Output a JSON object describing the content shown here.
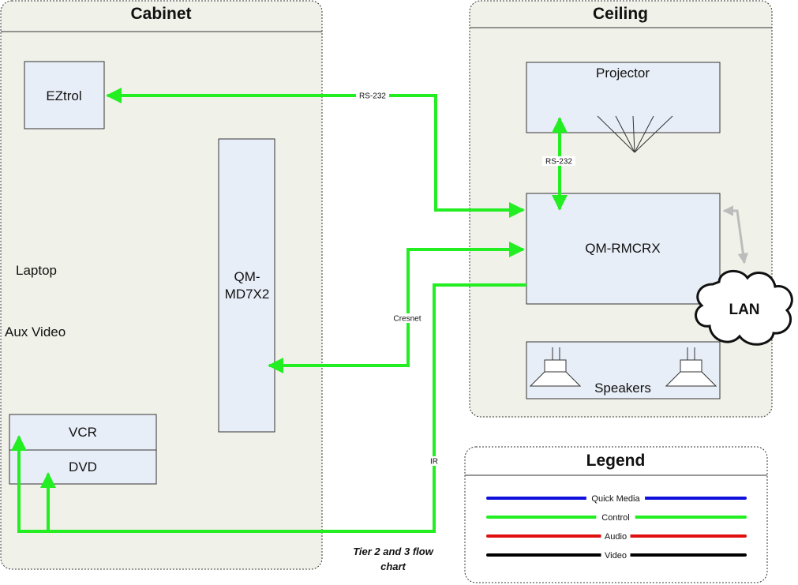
{
  "panels": {
    "cabinet": "Cabinet",
    "ceiling": "Ceiling",
    "legend": "Legend"
  },
  "devices": {
    "eztrol": "EZtrol",
    "qm_md7x2_line1": "QM-",
    "qm_md7x2_line2": "MD7X2",
    "laptop": "Laptop",
    "aux_video": "Aux Video",
    "vcr": "VCR",
    "dvd": "DVD",
    "projector": "Projector",
    "qm_rmcrx": "QM-RMCRX",
    "speakers": "Speakers",
    "lan": "LAN"
  },
  "connections": {
    "rs232_eztrol": "RS-232",
    "rs232_projector": "RS-232",
    "cresnet": "Cresnet",
    "ir": "IR"
  },
  "legend": {
    "items": [
      {
        "label": "Quick Media",
        "color": "#1010dd"
      },
      {
        "label": "Control",
        "color": "#22ee22"
      },
      {
        "label": "Audio",
        "color": "#e01010"
      },
      {
        "label": "Video",
        "color": "#000000"
      }
    ]
  },
  "caption": {
    "line1": "Tier 2 and 3 flow",
    "line2": "chart"
  },
  "colors": {
    "control": "#22ee22",
    "lan_link": "#bcbcbc",
    "device_fill": "#e8eef7",
    "panel_fill": "#f0f1e8"
  }
}
